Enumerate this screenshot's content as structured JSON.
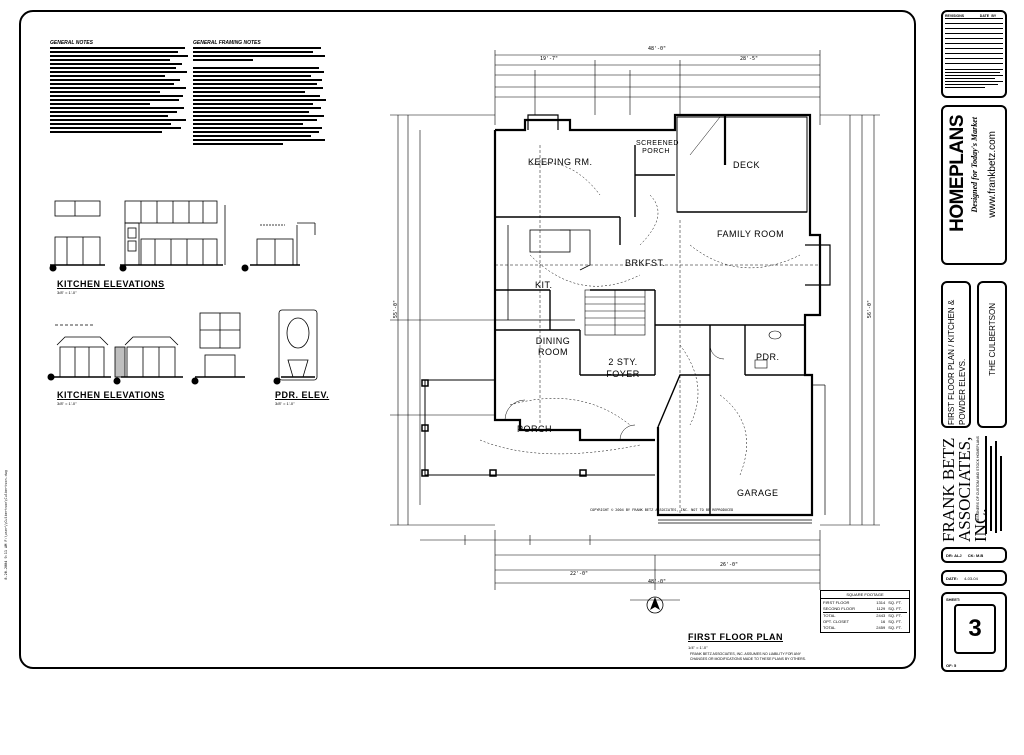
{
  "notes": {
    "general_title": "GENERAL NOTES",
    "framing_title": "GENERAL FRAMING NOTES"
  },
  "elevations": {
    "kitchen_title_1": "KITCHEN ELEVATIONS",
    "kitchen_title_2": "KITCHEN ELEVATIONS",
    "pdr_title": "PDR. ELEV.",
    "scale": "3/8\" = 1'-0\""
  },
  "plan": {
    "title": "FIRST FLOOR PLAN",
    "scale": "1/4\" = 1'-0\"",
    "overall_width": "48'-0\"",
    "dims": {
      "top_left": "19'-7\"",
      "top_right": "28'-5\"",
      "bottom_left": "22'-0\"",
      "bottom_right": "26'-0\"",
      "left_overall": "55'-0\"",
      "right_overall": "56'-0\""
    },
    "rooms": {
      "keeping": "KEEPING RM.",
      "screened_porch": "SCREENED PORCH",
      "deck": "DECK",
      "family": "FAMILY ROOM",
      "brkfst": "BRKFST.",
      "kit": "KIT.",
      "dining": "DINING ROOM",
      "foyer": "2 STY. FOYER",
      "pdr": "PDR.",
      "porch": "PORCH",
      "garage": "GARAGE"
    },
    "copyright": "COPYRIGHT © 2004 BY FRANK BETZ ASSOCIATES, INC. NOT TO BE REPRODUCED"
  },
  "square_footage": {
    "title": "SQUARE FOOTAGE",
    "rows": [
      {
        "label": "FIRST FLOOR",
        "value": "1314",
        "unit": "SQ. FT."
      },
      {
        "label": "SECOND FLOOR",
        "value": "1129",
        "unit": "SQ. FT."
      },
      {
        "label": "TOTAL",
        "value": "2443",
        "unit": "SQ. FT."
      },
      {
        "label": "OPT. CLOSET",
        "value": "16",
        "unit": "SQ. FT."
      },
      {
        "label": "TOTAL",
        "value": "2459",
        "unit": "SQ. FT."
      }
    ]
  },
  "disclaimer": "FRANK BETZ ASSOCIATES, INC. ASSUMES NO LIABILITY FOR ANY CHANGES OR MODIFICATIONS MADE TO THESE PLANS BY OTHERS.",
  "title_block": {
    "revisions_headers": [
      "REVISIONS",
      "DATE",
      "BY"
    ],
    "homeplans": "HOMEPLANS",
    "homeplans_tag": "Designed for Today's Market",
    "website": "www.frankbetz.com",
    "sheet_title": "FIRST FLOOR PLAN / KITCHEN & POWDER ELEVS.",
    "plan_name": "THE CULBERTSON",
    "firm": "FRANK BETZ ASSOCIATES, INC.",
    "firm_sub": "DESIGNERS OF CUSTOM AND STOCK HOMEPLANS",
    "drawn_label": "DR: ALJ",
    "checked_label": "CK: M.B",
    "date_label": "DATE:",
    "date_value": "4-03-04",
    "sheet_label": "SHEET:",
    "sheet_number": "3",
    "of_label": "OF: 5"
  },
  "border_note": "8-20-2004  9:11 AM  F:\\user\\\\Culbertson\\Culbertson.dwg"
}
